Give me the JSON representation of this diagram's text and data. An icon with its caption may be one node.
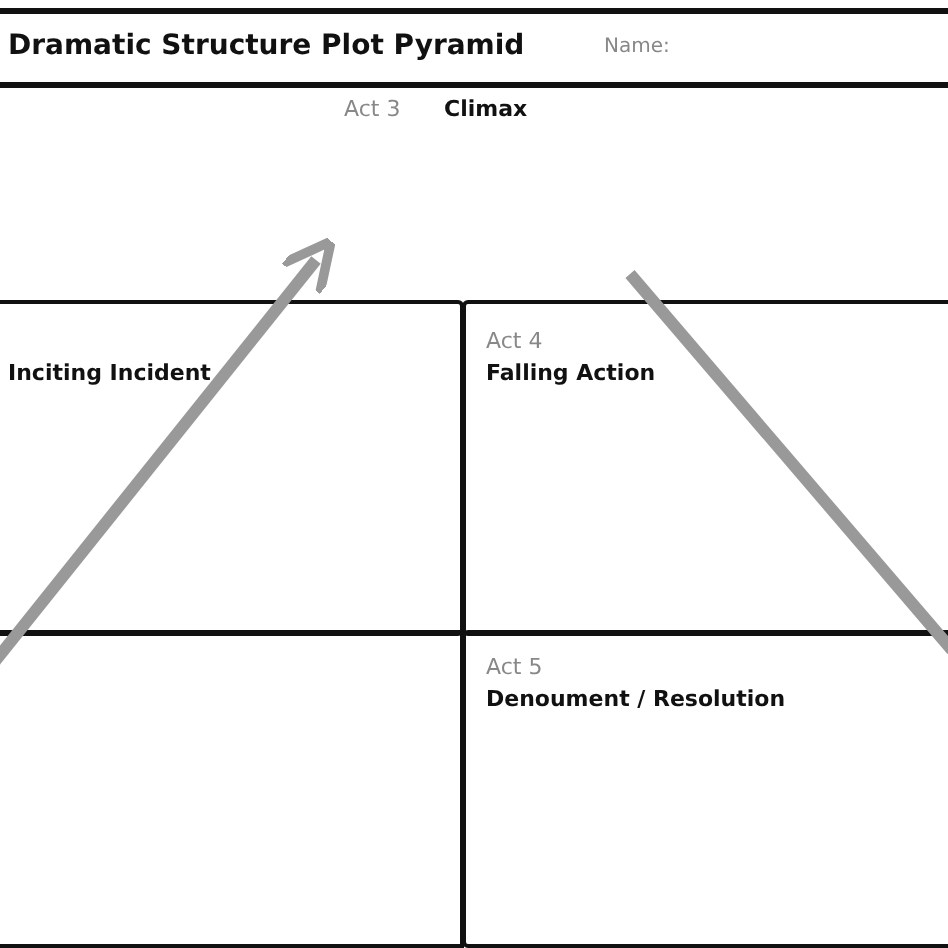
{
  "diagram": {
    "title": "Dramatic Structure Plot Pyramid",
    "nodes": [
      {
        "text": [
          "Inciting Incident"
        ]
      },
      {
        "text": [
          "Act 4",
          "Falling Action"
        ]
      },
      {
        "text": [],
        "shape": "box"
      },
      {
        "text": [
          "Act 5",
          "Denoument / Resolution"
        ]
      }
    ],
    "labels": [
      "Name:",
      "Act 3",
      "Climax"
    ]
  }
}
